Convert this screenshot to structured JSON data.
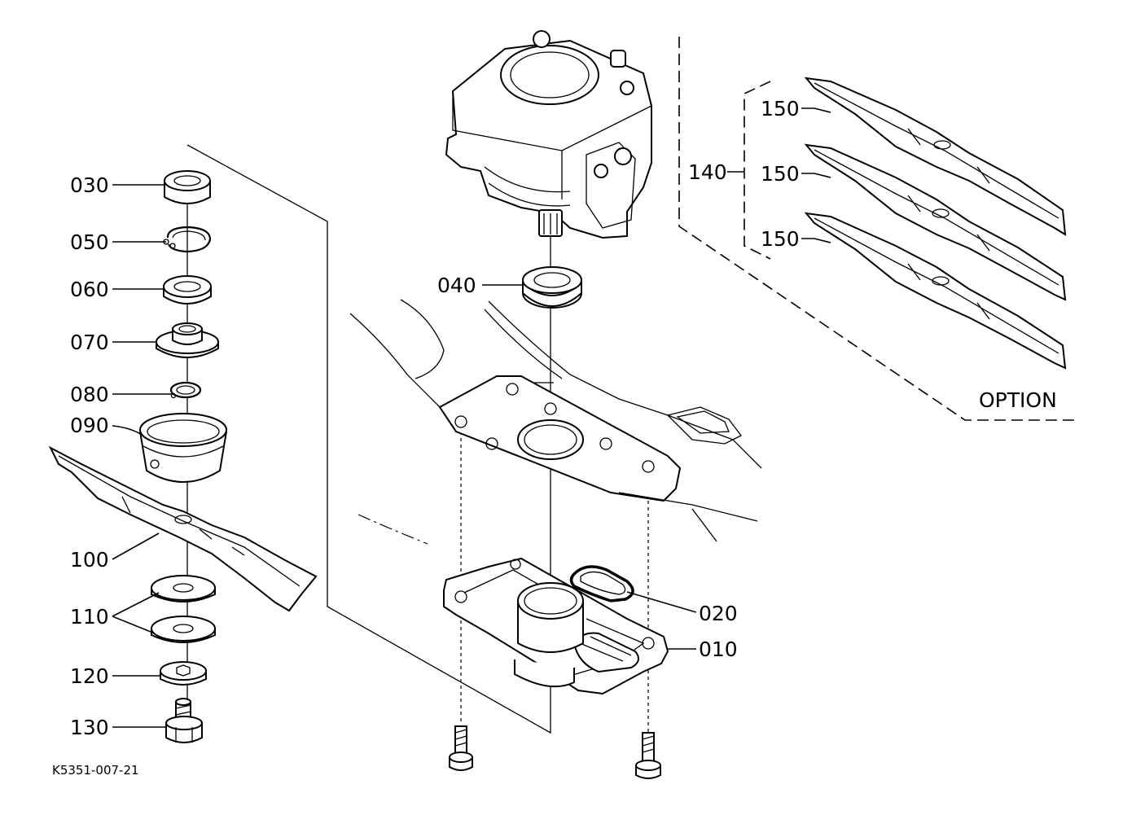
{
  "labels": {
    "p010": "010",
    "p020": "020",
    "p030": "030",
    "p040": "040",
    "p050": "050",
    "p060": "060",
    "p070": "070",
    "p080": "080",
    "p090": "090",
    "p100": "100",
    "p110": "110",
    "p120": "120",
    "p130": "130",
    "p140": "140",
    "p150a": "150",
    "p150b": "150",
    "p150c": "150",
    "option": "OPTION"
  },
  "drawing_id": "K5351-007-21"
}
